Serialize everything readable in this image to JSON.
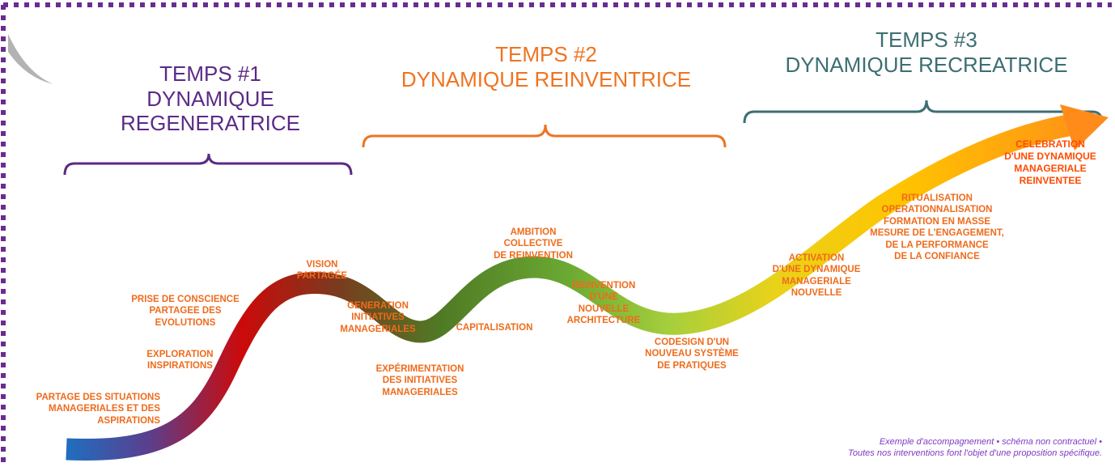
{
  "phases": [
    {
      "label": "TEMPS #1",
      "name_line1": "DYNAMIQUE",
      "name_line2": "REGENERATRICE"
    },
    {
      "label": "TEMPS #2",
      "name": "DYNAMIQUE REINVENTRICE"
    },
    {
      "label": "TEMPS #3",
      "name": "DYNAMIQUE RECREATRICE"
    }
  ],
  "steps": [
    "PARTAGE DES SITUATIONS\nMANAGERIALES ET DES\nASPIRATIONS",
    "EXPLORATION\nINSPIRATIONS",
    "PRISE DE CONSCIENCE\nPARTAGEE DES EVOLUTIONS",
    "VISION\nPARTAGÉE",
    "GENERATION\nINITIATIVES\nMANAGERIALES",
    "EXPÉRIMENTATION\nDES INITIATIVES\nMANAGERIALES",
    "CAPITALISATION",
    "AMBITION\nCOLLECTIVE\nDE REINVENTION",
    "REINVENTION\nD'UNE\nNOUVELLE\nARCHITECTURE",
    "CODESIGN D'UN\nNOUVEAU SYSTÈME\nDE PRATIQUES",
    "ACTIVATION\nD'UNE DYNAMIQUE\nMANAGERIALE\nNOUVELLE",
    "RITUALISATION\nOPERATIONNALISATION\nFORMATION EN MASSE\nMESURE DE L'ENGAGEMENT,\nDE LA PERFORMANCE\nDE LA CONFIANCE",
    "CELEBRATION\nD'UNE DYNAMIQUE\nMANAGERIALE\nREINVENTEE"
  ],
  "disclaimer": {
    "line1": "Exemple d'accompagnement • schéma non contractuel •",
    "line2": "Toutes nos interventions font l'objet d'une proposition spécifique."
  },
  "colors": {
    "border_dots": "#6a2c91",
    "phase1": "#5b2a86",
    "phase2": "#ee7421",
    "phase3": "#3d6e73",
    "step_text": "#ef6b1c",
    "path_start": "#1f6fc1",
    "path_red": "#cc0a0a",
    "path_green": "#5e8b2a",
    "path_lightgreen": "#a6cf3c",
    "path_yellow": "#ffc400",
    "path_end": "#ff8c1a"
  }
}
